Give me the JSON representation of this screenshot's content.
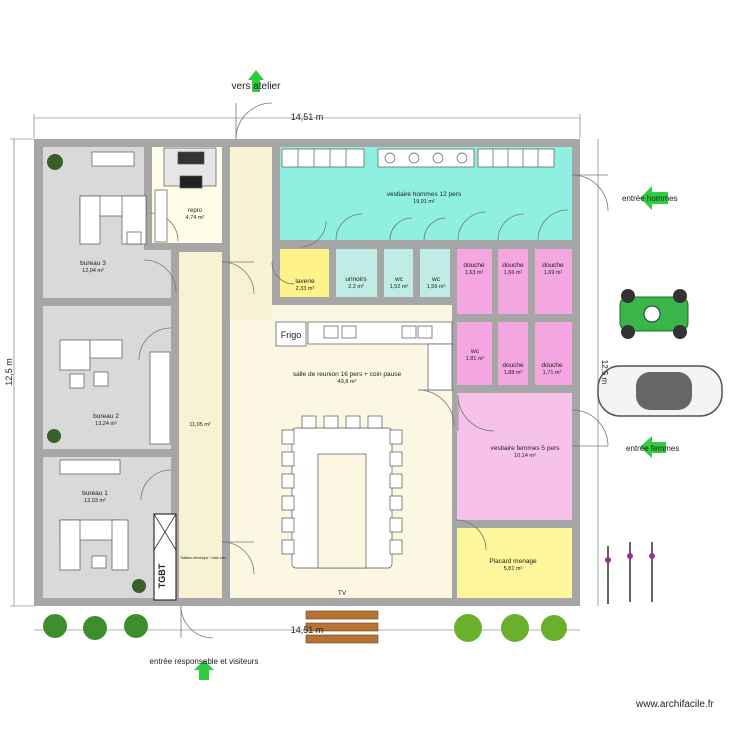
{
  "title_top": "vers atelier",
  "dimensions": {
    "width_top": "14,51 m",
    "width_bottom": "14,51 m",
    "height_left": "12,5 m",
    "height_right": "12,5 m"
  },
  "rooms": {
    "bureau3": {
      "name": "bureau 3",
      "area": "12,04 m²"
    },
    "bureau2": {
      "name": "bureau 2",
      "area": "13,24 m²"
    },
    "bureau1": {
      "name": "bureau 1",
      "area": "12,03 m²"
    },
    "repro": {
      "name": "repro",
      "area": "4,74 m²"
    },
    "couloir": {
      "area": "11,05 m²"
    },
    "vestiaire_hommes": {
      "name": "vestiaire hommes 12 pers",
      "area": "19,91 m²"
    },
    "laverie": {
      "name": "laverie",
      "area": "2,33 m²"
    },
    "urinoirs": {
      "name": "urinoirs",
      "area": "2,2 m²"
    },
    "wc1": {
      "name": "wc",
      "area": "1,52 m²"
    },
    "wc2": {
      "name": "wc",
      "area": "1,56 m²"
    },
    "wc3": {
      "name": "wc",
      "area": "1,81 m²"
    },
    "douche1": {
      "name": "douche",
      "area": "1,63 m²"
    },
    "douche2": {
      "name": "douche",
      "area": "1,66 m²"
    },
    "douche3": {
      "name": "douche",
      "area": "1,69 m²"
    },
    "douche4": {
      "name": "douche",
      "area": "1,88 m²"
    },
    "douche5": {
      "name": "douche",
      "area": "1,71 m²"
    },
    "salle": {
      "name": "salle de reunion 16 pers + coin pause",
      "area": "49,8 m²"
    },
    "vestiaire_femmes": {
      "name": "vestiaire femmes 5 pers",
      "area": "10,14 m²"
    },
    "placard": {
      "name": "Placard menage",
      "area": "5,81 m²"
    }
  },
  "labels": {
    "frigo": "Frigo",
    "tv": "TV",
    "tgbt": "TGBT",
    "tgbt_note": "Tableau électrique + baie info"
  },
  "entrances": {
    "hommes": "entrée hommes",
    "femmes": "entrée femmes",
    "visiteurs": "entrée responsable et visiteurs"
  },
  "watermark": "www.archifacile.fr",
  "colors": {
    "wall": "#a6a6a6",
    "office_floor": "#d9d9d9",
    "vestiaire_h": "#8ff0e2",
    "laverie": "#fff28a",
    "wc_floor": "#bfede6",
    "douche_floor": "#f4a6e0",
    "salle": "#fbf7e2",
    "couloir": "#f7f3d2",
    "vestiaire_f": "#f6c2ea",
    "placard": "#fff59a",
    "arrow": "#2ecc40"
  }
}
